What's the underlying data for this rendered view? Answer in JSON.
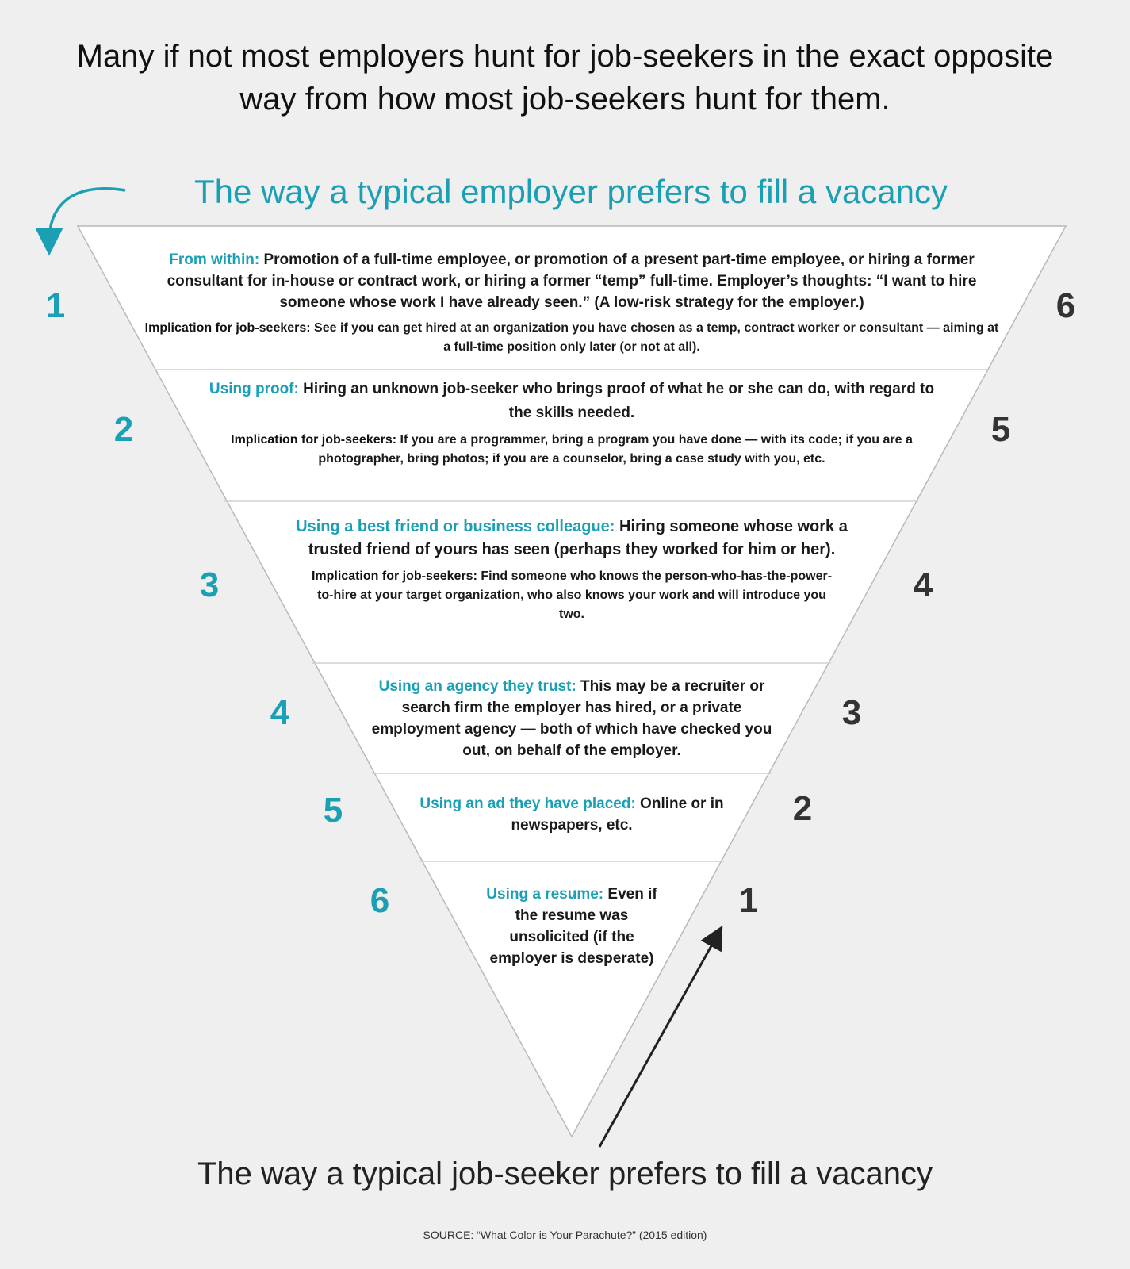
{
  "headline": "Many if not most employers hunt for job-seekers in the exact opposite way from how most job-seekers hunt for them.",
  "employer_label": "The way a typical employer prefers to fill a vacancy",
  "jobseeker_label": "The way a typical job-seeker prefers to fill a vacancy",
  "source": "SOURCE: “What Color is Your Parachute?” (2015 edition)",
  "tiers": [
    {
      "lead": "From within:",
      "body": " Promotion of a full-time employee, or promotion of a present part-time employee, or hiring a former consultant for in-house or contract work, or hiring a former “temp” full-time. Employer’s thoughts: “I want to hire someone whose work I have already seen.” (A low-risk strategy for the employer.)",
      "impl_label": "Implication for job-seekers:",
      "impl_body": " See if you can get hired at an organization you have chosen as a temp, contract worker or consultant — aiming at a full-time position only later (or not at all)."
    },
    {
      "lead": "Using proof:",
      "body": " Hiring an unknown job-seeker who brings proof of what he or she can do, with regard to the skills needed.",
      "impl_label": "Implication for job-seekers:",
      "impl_body": " If you are a programmer, bring a program you have done — with its code; if you are a photographer, bring photos; if you are a counselor, bring a case study with you, etc."
    },
    {
      "lead": "Using a best friend or business colleague:",
      "body": " Hiring someone whose work a trusted friend of yours has seen (perhaps they worked for him or her).",
      "impl_label": "Implication for job-seekers:",
      "impl_body": " Find someone who knows the person-who-has-the-power-to-hire at your target organization, who also knows your work and will introduce you two."
    },
    {
      "lead": "Using an agency they trust:",
      "body": " This may be a recruiter or search firm the employer has hired, or a private employment agency — both of which have checked you out, on behalf of the employer."
    },
    {
      "lead": "Using an ad they have placed:",
      "body": " Online or in newspapers, etc."
    },
    {
      "lead": "Using a resume:",
      "body": " Even if the resume was unsolicited (if the employer is desperate)"
    }
  ],
  "employer_ranks": [
    "1",
    "2",
    "3",
    "4",
    "5",
    "6"
  ],
  "jobseeker_ranks": [
    "6",
    "5",
    "4",
    "3",
    "2",
    "1"
  ],
  "colors": {
    "teal": "#1a9fb5",
    "dark": "#222222",
    "background": "#efefef"
  }
}
